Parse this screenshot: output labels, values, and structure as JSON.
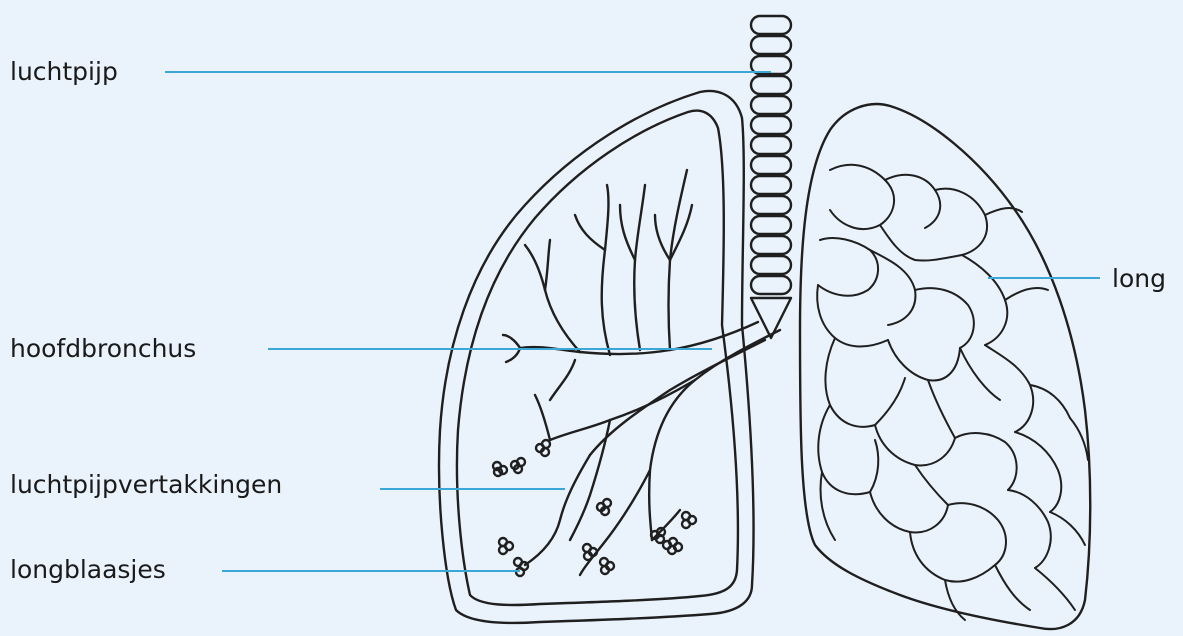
{
  "colors": {
    "background": "#eaf2fb",
    "leader_line": "#3aa7d6",
    "outline": "#1f1f1f",
    "fill": "#ffffff"
  },
  "labels": {
    "trachea": "luchtpijp",
    "main_bronchus": "hoofdbronchus",
    "bronchial_branches": "luchtpijpvertakkingen",
    "alveoli": "longblaasjes",
    "lung": "long"
  }
}
